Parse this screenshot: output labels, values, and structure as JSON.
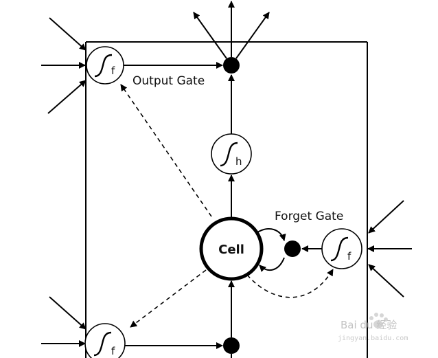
{
  "labels": {
    "output_gate": "Output Gate",
    "forget_gate": "Forget Gate",
    "cell": "Cell"
  },
  "nodes": {
    "output_gate_sub": "f",
    "cell_output_sub": "h",
    "forget_gate_sub": "f",
    "input_gate_sub": "f"
  },
  "watermark": {
    "brand": "Bai du 经验",
    "url": "jingyan.baidu.com"
  }
}
